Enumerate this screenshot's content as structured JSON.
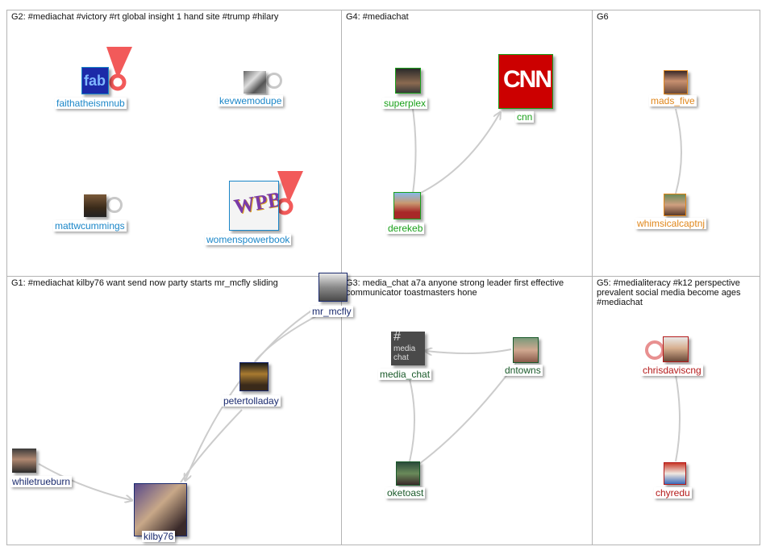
{
  "groups": [
    {
      "id": "G2",
      "title": "G2: #mediachat #victory #rt global insight 1 hand site #trump #hilary"
    },
    {
      "id": "G4",
      "title": "G4: #mediachat"
    },
    {
      "id": "G6",
      "title": "G6"
    },
    {
      "id": "G1",
      "title": "G1: #mediachat kilby76 want send now party starts mr_mcfly sliding"
    },
    {
      "id": "G3",
      "title": "G3: media_chat a7a anyone strong leader first effective communicator toastmasters hone"
    },
    {
      "id": "G5",
      "title": "G5: #medialiteracy #k12 perspective prevalent social media become ages #mediachat"
    }
  ],
  "nodes": {
    "faithatheismnub": "faithatheismnub",
    "kevwemodupe": "kevwemodupe",
    "mattwcummings": "mattwcummings",
    "womenspowerbook": "womenspowerbook",
    "superplex": "superplex",
    "cnn": "cnn",
    "derekeb": "derekeb",
    "mads_five": "mads_five",
    "whimsicalcaptnj": "whimsicalcaptnj",
    "mr_mcfly": "mr_mcfly",
    "petertolladay": "petertolladay",
    "whiletrueburn": "whiletrueburn",
    "kilby76": "kilby76",
    "media_chat": "media_chat",
    "dntowns": "dntowns",
    "oketoast": "oketoast",
    "chrisdaviscng": "chrisdaviscng",
    "chyredu": "chyredu"
  },
  "avatar_text": {
    "cnn": "CNN",
    "wpb": "WPB",
    "fab": "fab",
    "media_chat_l1": "media",
    "media_chat_l2": "chat",
    "hash": "#"
  },
  "colors": {
    "G2": "#1a86c8",
    "G4": "#1aa01a",
    "G6": "#e0861a",
    "G1": "#1a2a6e",
    "G3": "#1a5a2a",
    "G5": "#b41a1a",
    "edge": "#cccccc",
    "border": "#b4b4b4",
    "loop_highlight": "#f25a5a"
  }
}
